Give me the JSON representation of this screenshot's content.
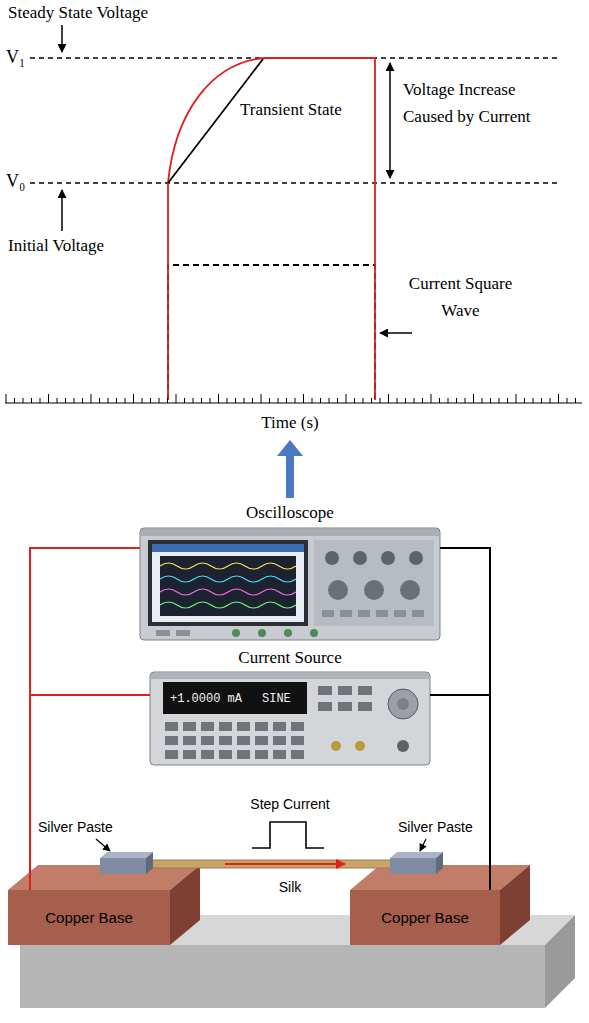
{
  "diagram": {
    "nodes": [
      {
        "text": [
          "Oscilloscope"
        ]
      },
      {
        "text": [
          "Current Source"
        ]
      },
      {
        "text": [
          "Copper Base"
        ]
      },
      {
        "text": [
          "Copper Base"
        ]
      }
    ],
    "edges": [
      {
        "from": 2,
        "to": 0,
        "arrow": "none"
      },
      {
        "from": 2,
        "to": 1,
        "arrow": "none"
      },
      {
        "from": 3,
        "to": 0,
        "arrow": "none"
      },
      {
        "from": 3,
        "to": 1,
        "arrow": "none"
      }
    ],
    "labels": [
      "Steady State Voltage",
      "V₁",
      "Transient State",
      "Voltage Increase Caused by Current",
      "V₀",
      "Initial Voltage",
      "Current Square Wave",
      "Time (s)",
      "+1.0000 mA",
      "SINE",
      "Step Current",
      "Silver Paste",
      "Silver Paste",
      "Silk"
    ]
  }
}
